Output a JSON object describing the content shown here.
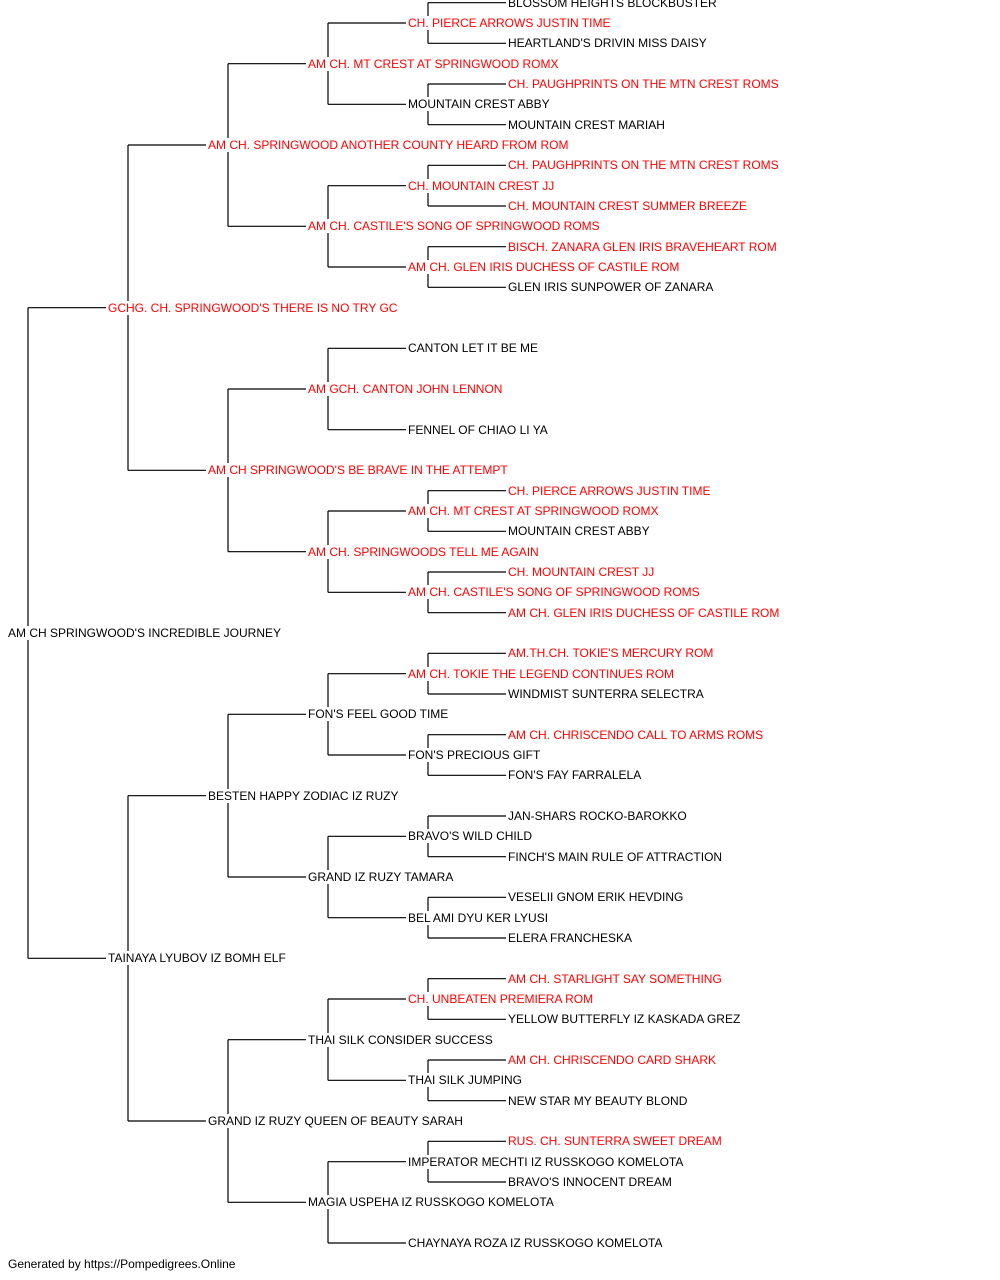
{
  "colors": {
    "titled": "#ff0000",
    "plain": "#000000",
    "connector": "#000000",
    "background": "#ffffff"
  },
  "pedigree": {
    "name": "AM CH SPRINGWOOD'S INCREDIBLE JOURNEY",
    "titled": false,
    "sire": {
      "name": "GCHG. CH. SPRINGWOOD'S THERE IS NO TRY GC",
      "titled": true,
      "sire": {
        "name": "AM CH. SPRINGWOOD ANOTHER COUNTY HEARD FROM ROM",
        "titled": true,
        "sire": {
          "name": "AM CH. MT CREST AT SPRINGWOOD ROMX",
          "titled": true,
          "sire": {
            "name": "CH. PIERCE ARROWS JUSTIN TIME",
            "titled": true,
            "sire": {
              "name": "BLOSSOM HEIGHTS BLOCKBUSTER",
              "titled": false
            },
            "dam": {
              "name": "HEARTLAND'S DRIVIN MISS DAISY",
              "titled": false
            }
          },
          "dam": {
            "name": "MOUNTAIN CREST ABBY",
            "titled": false,
            "sire": {
              "name": "CH. PAUGHPRINTS ON THE MTN CREST ROMS",
              "titled": true
            },
            "dam": {
              "name": "MOUNTAIN CREST MARIAH",
              "titled": false
            }
          }
        },
        "dam": {
          "name": "AM CH. CASTILE'S SONG OF SPRINGWOOD ROMS",
          "titled": true,
          "sire": {
            "name": "CH. MOUNTAIN CREST JJ",
            "titled": true,
            "sire": {
              "name": "CH. PAUGHPRINTS ON THE MTN CREST ROMS",
              "titled": true
            },
            "dam": {
              "name": "CH. MOUNTAIN CREST SUMMER BREEZE",
              "titled": true
            }
          },
          "dam": {
            "name": "AM CH. GLEN IRIS DUCHESS OF CASTILE ROM",
            "titled": true,
            "sire": {
              "name": "BISCH. ZANARA GLEN IRIS BRAVEHEART ROM",
              "titled": true
            },
            "dam": {
              "name": "GLEN IRIS SUNPOWER OF ZANARA",
              "titled": false
            }
          }
        }
      },
      "dam": {
        "name": "AM CH SPRINGWOOD'S BE BRAVE IN THE ATTEMPT",
        "titled": true,
        "sire": {
          "name": "AM GCH. CANTON JOHN LENNON",
          "titled": true,
          "sire": {
            "name": "CANTON LET IT BE ME",
            "titled": false
          },
          "dam": {
            "name": "FENNEL OF CHIAO LI YA",
            "titled": false
          }
        },
        "dam": {
          "name": "AM CH. SPRINGWOODS TELL ME AGAIN",
          "titled": true,
          "sire": {
            "name": "AM CH. MT CREST AT SPRINGWOOD ROMX",
            "titled": true,
            "sire": {
              "name": "CH. PIERCE ARROWS JUSTIN TIME",
              "titled": true
            },
            "dam": {
              "name": "MOUNTAIN CREST ABBY",
              "titled": false
            }
          },
          "dam": {
            "name": "AM CH. CASTILE'S SONG OF SPRINGWOOD ROMS",
            "titled": true,
            "sire": {
              "name": "CH. MOUNTAIN CREST JJ",
              "titled": true
            },
            "dam": {
              "name": "AM CH. GLEN IRIS DUCHESS OF CASTILE ROM",
              "titled": true
            }
          }
        }
      }
    },
    "dam": {
      "name": "TAINAYA LYUBOV IZ BOMH ELF",
      "titled": false,
      "sire": {
        "name": "BESTEN HAPPY ZODIAC IZ RUZY",
        "titled": false,
        "sire": {
          "name": "FON'S FEEL GOOD TIME",
          "titled": false,
          "sire": {
            "name": "AM CH. TOKIE THE LEGEND CONTINUES ROM",
            "titled": true,
            "sire": {
              "name": "AM.TH.CH. TOKIE'S MERCURY ROM",
              "titled": true
            },
            "dam": {
              "name": "WINDMIST SUNTERRA SELECTRA",
              "titled": false
            }
          },
          "dam": {
            "name": "FON'S PRECIOUS GIFT",
            "titled": false,
            "sire": {
              "name": "AM CH. CHRISCENDO CALL TO ARMS ROMS",
              "titled": true
            },
            "dam": {
              "name": "FON'S FAY FARRALELA",
              "titled": false
            }
          }
        },
        "dam": {
          "name": "GRAND IZ RUZY TAMARA",
          "titled": false,
          "sire": {
            "name": "BRAVO'S WILD CHILD",
            "titled": false,
            "sire": {
              "name": "JAN-SHARS ROCKO-BAROKKO",
              "titled": false
            },
            "dam": {
              "name": "FINCH'S MAIN RULE OF ATTRACTION",
              "titled": false
            }
          },
          "dam": {
            "name": "BEL AMI DYU KER LYUSI",
            "titled": false,
            "sire": {
              "name": "VESELII GNOM ERIK HEVDING",
              "titled": false
            },
            "dam": {
              "name": "ELERA FRANCHESKA",
              "titled": false
            }
          }
        }
      },
      "dam": {
        "name": "GRAND IZ RUZY QUEEN OF BEAUTY SARAH",
        "titled": false,
        "sire": {
          "name": "THAI SILK CONSIDER SUCCESS",
          "titled": false,
          "sire": {
            "name": "CH. UNBEATEN PREMIERA ROM",
            "titled": true,
            "sire": {
              "name": "AM CH. STARLIGHT SAY SOMETHING",
              "titled": true
            },
            "dam": {
              "name": "YELLOW BUTTERFLY IZ KASKADA GREZ",
              "titled": false
            }
          },
          "dam": {
            "name": "THAI SILK JUMPING",
            "titled": false,
            "sire": {
              "name": "AM CH. CHRISCENDO CARD SHARK",
              "titled": true
            },
            "dam": {
              "name": "NEW STAR MY BEAUTY BLOND",
              "titled": false
            }
          }
        },
        "dam": {
          "name": "MAGIA USPEHA IZ RUSSKOGO KOMELOTA",
          "titled": false,
          "sire": {
            "name": "IMPERATOR MECHTI IZ RUSSKOGO KOMELOTA",
            "titled": false,
            "sire": {
              "name": "RUS. CH. SUNTERRA SWEET DREAM",
              "titled": true
            },
            "dam": {
              "name": "BRAVO'S INNOCENT DREAM",
              "titled": false
            }
          },
          "dam": {
            "name": "CHAYNAYA ROZA IZ RUSSKOGO KOMELOTA",
            "titled": false
          }
        }
      }
    }
  },
  "footer": {
    "text": "Generated by https://Pompedigrees.Online"
  }
}
